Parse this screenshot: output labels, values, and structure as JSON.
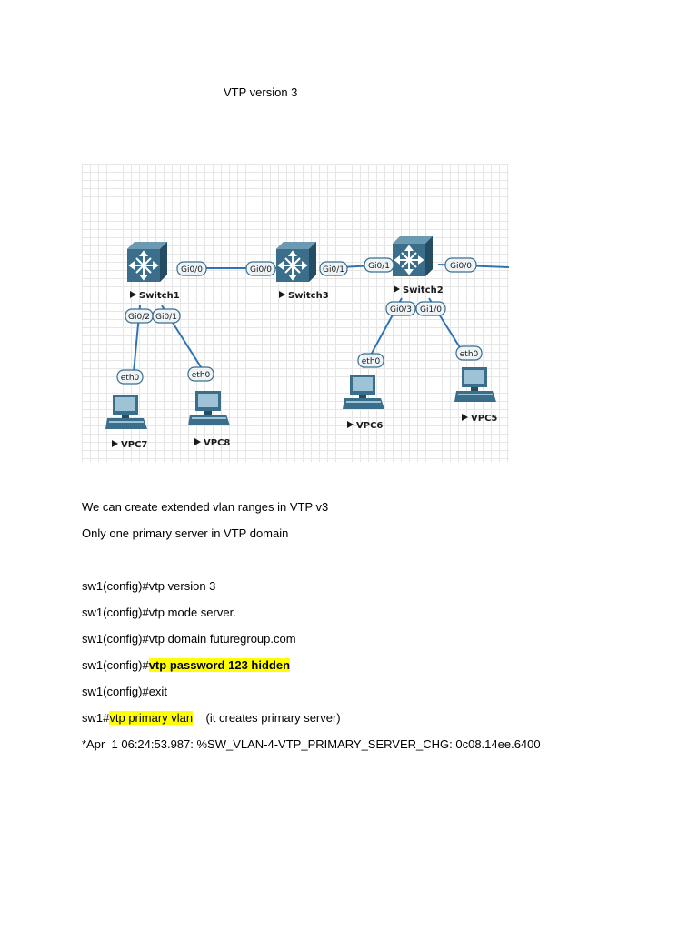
{
  "title": "VTP version 3",
  "diagram": {
    "devices": {
      "switch1": "Switch1",
      "switch2": "Switch2",
      "switch3": "Switch3",
      "vpc5": "VPC5",
      "vpc6": "VPC6",
      "vpc7": "VPC7",
      "vpc8": "VPC8"
    },
    "ports": {
      "sw1_gi00": "Gi0/0",
      "sw1_gi02": "Gi0/2",
      "sw1_gi01": "Gi0/1",
      "sw3_gi00": "Gi0/0",
      "sw3_gi01": "Gi0/1",
      "sw2_gi01": "Gi0/1",
      "sw2_gi00": "Gi0/0",
      "sw2_gi03": "Gi0/3",
      "sw2_gi10": "Gi1/0",
      "vpc7_eth0": "eth0",
      "vpc8_eth0": "eth0",
      "vpc6_eth0": "eth0",
      "vpc5_eth0": "eth0"
    },
    "colors": {
      "link": "#2e74b5",
      "device": "#3b6e8a"
    }
  },
  "notes": {
    "line1": "We can create extended vlan ranges in VTP v3",
    "line2": "Only one primary server in VTP domain"
  },
  "commands": {
    "c1": "sw1(config)#vtp version 3",
    "c2": "sw1(config)#vtp mode server.",
    "c3": "sw1(config)#vtp domain futuregroup.com",
    "c4_prefix": "sw1(config)#",
    "c4_highlight": "vtp password 123 hidden",
    "c5": "sw1(config)#exit",
    "c6_prefix": "sw1#",
    "c6_highlight": "vtp primary vlan",
    "c6_suffix": "    (it creates primary server)",
    "c7": "*Apr  1 06:24:53.987: %SW_VLAN-4-VTP_PRIMARY_SERVER_CHG: 0c08.14ee.6400"
  },
  "highlight_color": "#ffff00"
}
